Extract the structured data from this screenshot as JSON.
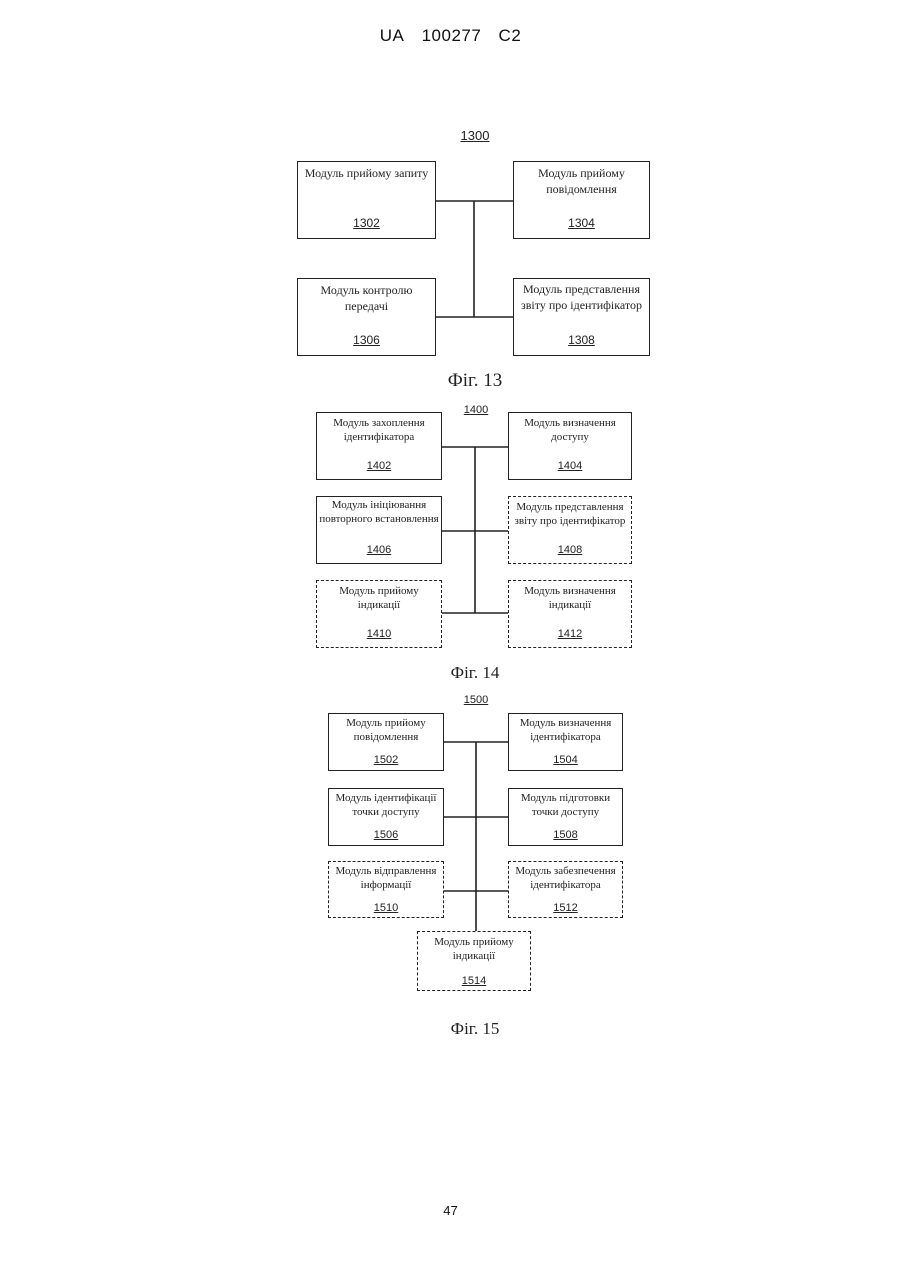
{
  "header": {
    "country": "UA",
    "patent_number": "100277",
    "kind": "C2"
  },
  "page_number": "47",
  "figures": [
    {
      "id": "1300",
      "caption": "Фіг. 13",
      "modules": [
        {
          "label": "Модуль прийому запиту",
          "number": "1302",
          "dashed": false
        },
        {
          "label": "Модуль прийому повідомлення",
          "number": "1304",
          "dashed": false
        },
        {
          "label": "Модуль контролю передачі",
          "number": "1306",
          "dashed": false
        },
        {
          "label": "Модуль представлення звіту про ідентифікатор",
          "number": "1308",
          "dashed": false
        }
      ]
    },
    {
      "id": "1400",
      "caption": "Фіг. 14",
      "modules": [
        {
          "label": "Модуль захоплення ідентифікатора",
          "number": "1402",
          "dashed": false
        },
        {
          "label": "Модуль визначення доступу",
          "number": "1404",
          "dashed": false
        },
        {
          "label": "Модуль ініціювання повторного встановлення",
          "number": "1406",
          "dashed": false
        },
        {
          "label": "Модуль представлення звіту про ідентифікатор",
          "number": "1408",
          "dashed": true
        },
        {
          "label": "Модуль прийому індикації",
          "number": "1410",
          "dashed": true
        },
        {
          "label": "Модуль визначення індикації",
          "number": "1412",
          "dashed": true
        }
      ]
    },
    {
      "id": "1500",
      "caption": "Фіг. 15",
      "modules": [
        {
          "label": "Модуль прийому повідомлення",
          "number": "1502",
          "dashed": false
        },
        {
          "label": "Модуль визначення ідентифікатора",
          "number": "1504",
          "dashed": false
        },
        {
          "label": "Модуль ідентифікації точки доступу",
          "number": "1506",
          "dashed": false
        },
        {
          "label": "Модуль підготовки точки доступу",
          "number": "1508",
          "dashed": false
        },
        {
          "label": "Модуль відправлення інформації",
          "number": "1510",
          "dashed": true
        },
        {
          "label": "Модуль забезпечення ідентифікатора",
          "number": "1512",
          "dashed": true
        },
        {
          "label": "Модуль прийому індикації",
          "number": "1514",
          "dashed": true
        }
      ]
    }
  ]
}
